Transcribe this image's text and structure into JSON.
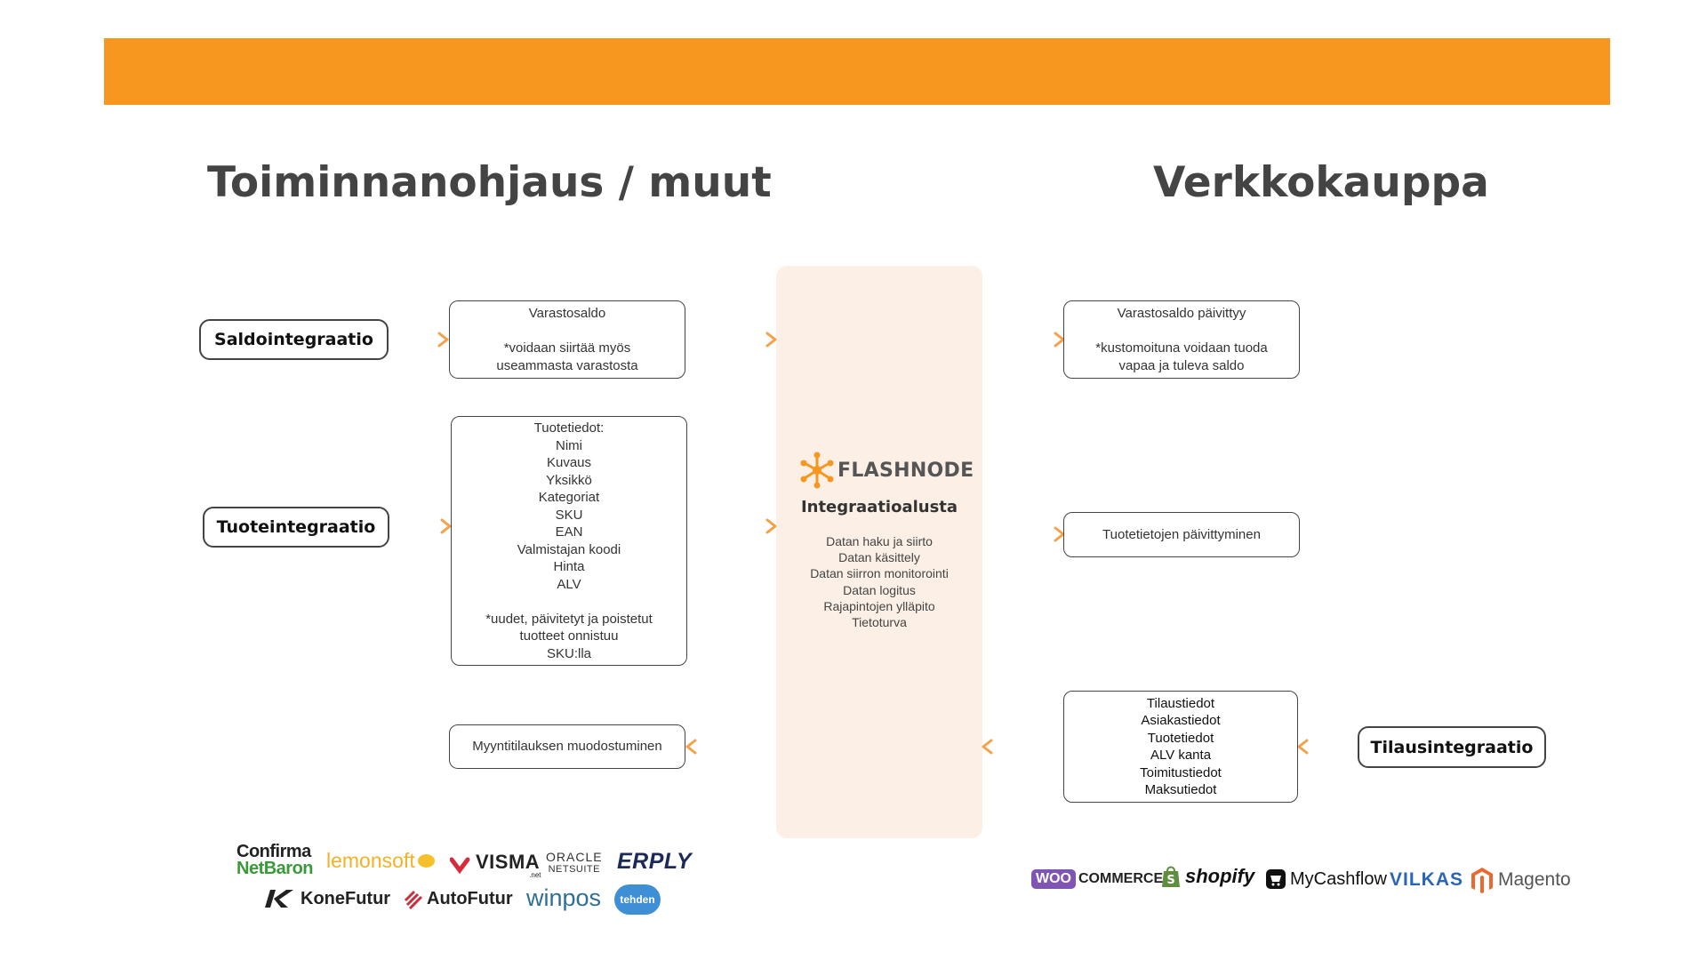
{
  "headings": {
    "left": "Toiminnanohjaus / muut",
    "right": "Verkkokauppa"
  },
  "integrations": {
    "saldo": "Saldointegraatio",
    "tuote": "Tuoteintegraatio",
    "tilaus": "Tilausintegraatio"
  },
  "left_boxes": {
    "varastosaldo": [
      "Varastosaldo",
      "",
      "*voidaan siirtää myös",
      "useammasta varastosta"
    ],
    "tuotetiedot": [
      "Tuotetiedot:",
      "Nimi",
      "Kuvaus",
      "Yksikkö",
      "Kategoriat",
      "SKU",
      "EAN",
      "Valmistajan koodi",
      "Hinta",
      "ALV",
      "",
      "*uudet, päivitetyt ja poistetut",
      "tuotteet onnistuu",
      "SKU:lla"
    ],
    "myyntitilaus": [
      "Myyntitilauksen muodostuminen"
    ]
  },
  "right_boxes": {
    "varastosaldo": [
      "Varastosaldo päivittyy",
      "",
      "*kustomoituna voidaan tuoda",
      "vapaa ja tuleva saldo"
    ],
    "tuotetiedot": [
      "Tuotetietojen päivittyminen"
    ],
    "tilaus": [
      "Tilaustiedot",
      "Asiakastiedot",
      "Tuotetiedot",
      "ALV kanta",
      "Toimitustiedot",
      "Maksutiedot"
    ]
  },
  "platform": {
    "brand": "FLASHNODE",
    "subtitle": "Integraatioalusta",
    "features": [
      "Datan haku ja siirto",
      "Datan käsittely",
      "Datan siirron monitorointi",
      "Datan logitus",
      "Rajapintojen ylläpito",
      "Tietoturva"
    ]
  },
  "logos_left": {
    "confirma_1": "Confirma",
    "confirma_2": "NetBaron",
    "lemonsoft": "lemonsoft",
    "visma": "VISMA",
    "visma_net": ".net",
    "oracle_1": "ORACLE",
    "oracle_2": "NETSUITE",
    "erply": "ERPLY",
    "konefutur": "KoneFutur",
    "autofutur": "AutoFutur",
    "winpos": "winpos",
    "tehden": "tehden"
  },
  "logos_right": {
    "woo_1": "WOO",
    "woo_2": "COMMERCE",
    "shopify": "shopify",
    "mycashflow": "MyCashflow",
    "vilkas": "VILKAS",
    "magento": "Magento"
  },
  "colors": {
    "banner": "#f7971f",
    "platform_bg": "#fcefe5",
    "arrow_start": "#f4a14a",
    "arrow_end": "#f9cf53",
    "flashnode_orange": "#f7971f"
  }
}
